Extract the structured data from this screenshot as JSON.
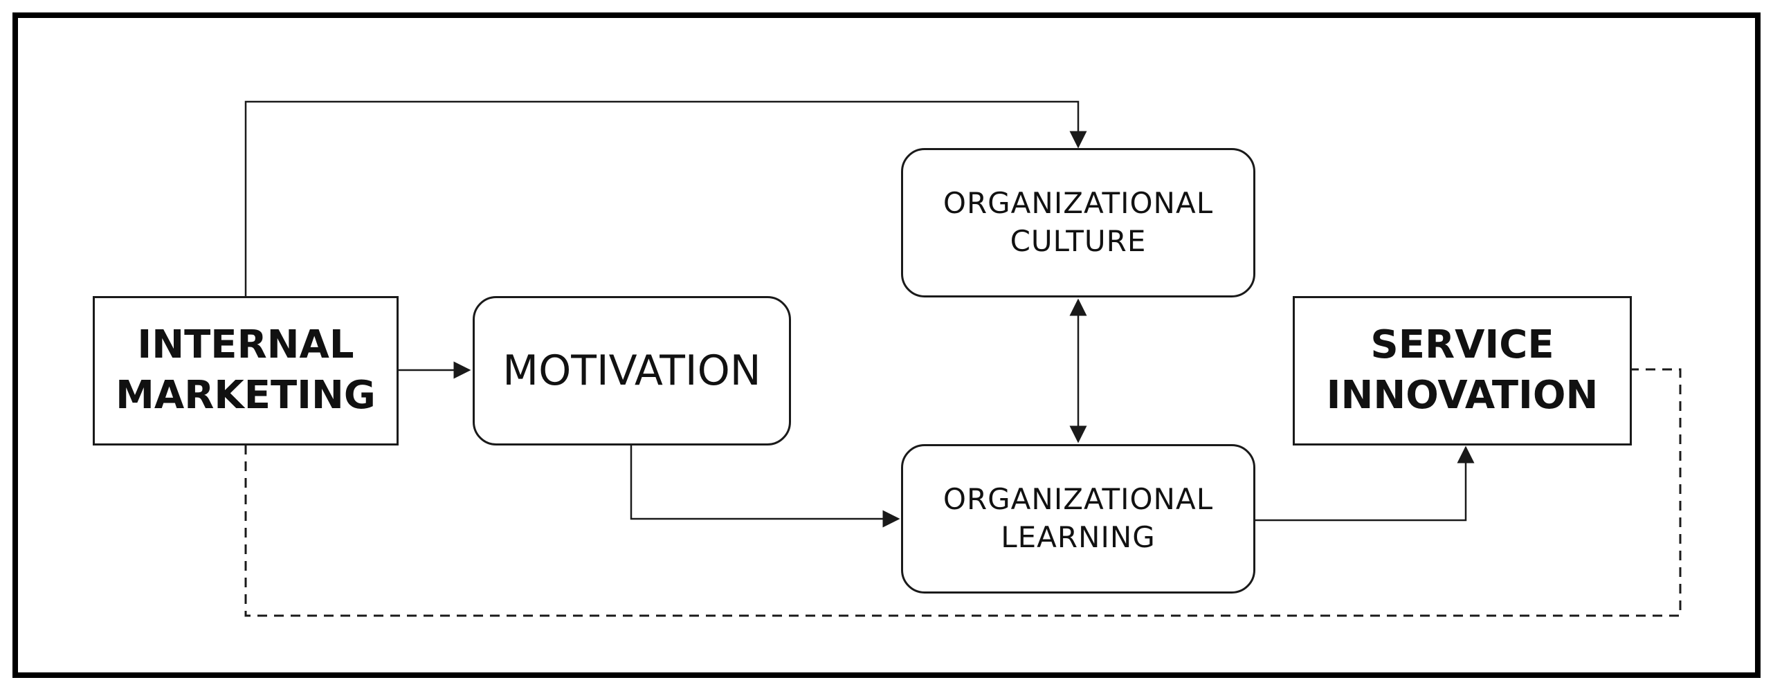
{
  "diagram": {
    "nodes": {
      "internal_marketing": {
        "label": "INTERNAL\nMARKETING",
        "shape": "rectangle",
        "weight": "bold"
      },
      "motivation": {
        "label": "MOTIVATION",
        "shape": "rounded-rectangle",
        "weight": "normal"
      },
      "organizational_culture": {
        "label": "ORGANIZATIONAL\nCULTURE",
        "shape": "rounded-rectangle",
        "weight": "normal"
      },
      "organizational_learning": {
        "label": "ORGANIZATIONAL\nLEARNING",
        "shape": "rounded-rectangle",
        "weight": "normal"
      },
      "service_innovation": {
        "label": "SERVICE\nINNOVATION",
        "shape": "rectangle",
        "weight": "bold"
      }
    },
    "edges": [
      {
        "from": "internal_marketing",
        "to": "organizational_culture",
        "style": "solid",
        "arrow": "end"
      },
      {
        "from": "internal_marketing",
        "to": "motivation",
        "style": "solid",
        "arrow": "end"
      },
      {
        "from": "motivation",
        "to": "organizational_learning",
        "style": "solid",
        "arrow": "end"
      },
      {
        "from": "organizational_culture",
        "to": "organizational_learning",
        "style": "solid",
        "arrow": "both"
      },
      {
        "from": "organizational_learning",
        "to": "service_innovation",
        "style": "solid",
        "arrow": "end"
      },
      {
        "from": "internal_marketing",
        "to": "service_innovation",
        "style": "dashed",
        "arrow": "none"
      }
    ],
    "colors": {
      "stroke": "#1a1a1a",
      "background": "#ffffff",
      "frame": "#000000"
    }
  }
}
